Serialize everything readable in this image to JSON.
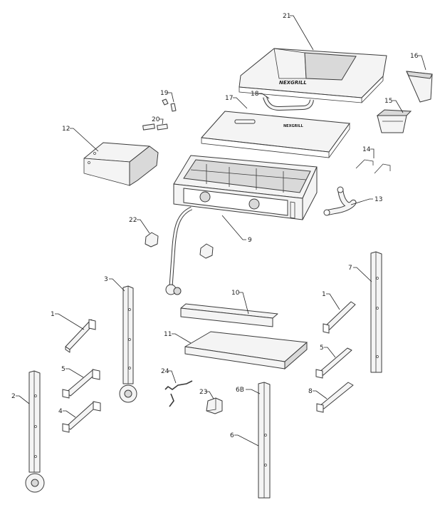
{
  "diagram": {
    "callouts": {
      "c21": "21",
      "c16": "16",
      "c19": "19",
      "c18": "18",
      "c17": "17",
      "c15": "15",
      "c20": "20",
      "c12": "12",
      "c14": "14",
      "c13": "13",
      "c22": "22",
      "c9": "9",
      "c3": "3",
      "c7": "7",
      "c10": "10",
      "c1a": "1",
      "c1b": "1",
      "c11": "11",
      "c5a": "5",
      "c5b": "5",
      "c2": "2",
      "c24": "24",
      "c23": "23",
      "c6b": "6B",
      "c8": "8",
      "c4": "4",
      "c6": "6"
    },
    "lid_brand": "NEXGRILL",
    "plate_brand": "NEXGRILL"
  }
}
